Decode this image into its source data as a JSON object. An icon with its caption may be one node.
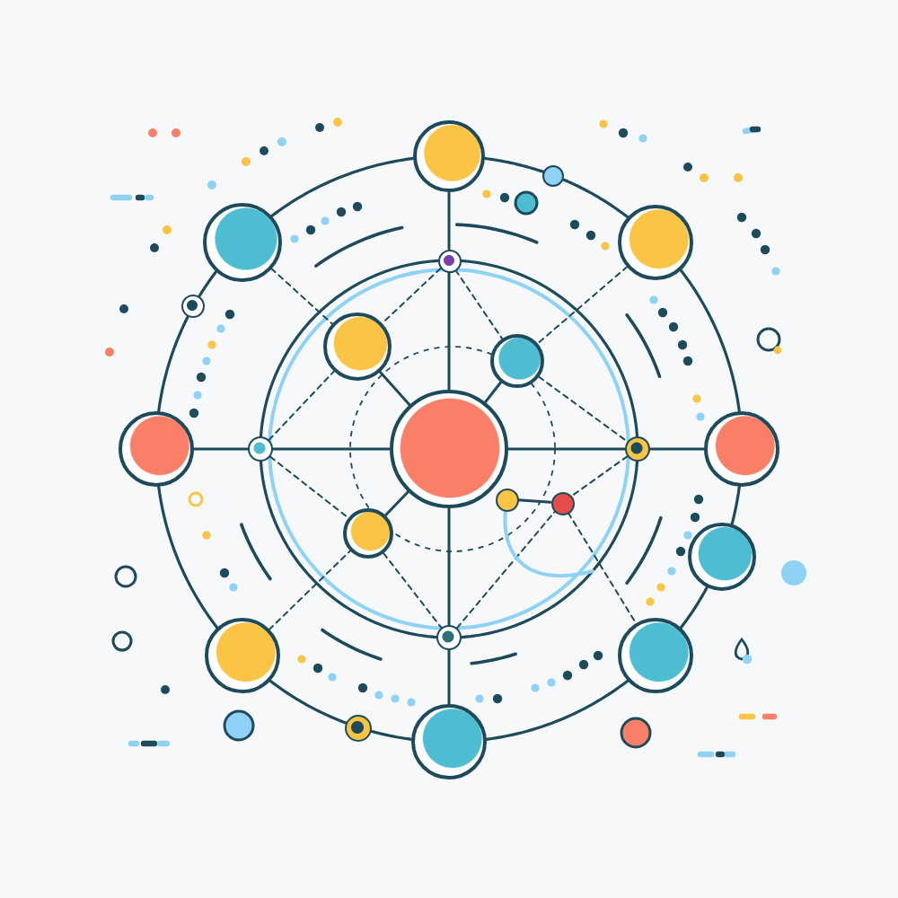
{
  "diagram": {
    "nodes": [
      {
        "text": [],
        "shape": "circle"
      },
      {
        "text": [],
        "shape": "circle"
      },
      {
        "text": [],
        "shape": "circle"
      },
      {
        "text": [],
        "shape": "circle"
      },
      {
        "text": [],
        "shape": "circle"
      },
      {
        "text": [],
        "shape": "circle"
      },
      {
        "text": [],
        "shape": "circle"
      },
      {
        "text": [],
        "shape": "circle"
      },
      {
        "text": [],
        "shape": "circle"
      },
      {
        "text": [],
        "shape": "circle"
      },
      {
        "text": [],
        "shape": "circle"
      },
      {
        "text": [],
        "shape": "circle"
      },
      {
        "text": [],
        "shape": "circle"
      },
      {
        "text": [],
        "shape": "circle"
      },
      {
        "text": [],
        "shape": "circle"
      },
      {
        "text": [],
        "shape": "circle"
      },
      {
        "text": [],
        "shape": "circle"
      },
      {
        "text": [],
        "shape": "circle"
      },
      {
        "text": [],
        "shape": "circle"
      },
      {
        "text": [],
        "shape": "circle"
      },
      {
        "text": [],
        "shape": "circle"
      },
      {
        "text": [],
        "shape": "circle"
      }
    ],
    "edges": [
      {
        "from": 0,
        "to": 4,
        "arrow": "none"
      },
      {
        "from": 4,
        "to": 10,
        "arrow": "none"
      },
      {
        "from": 8,
        "to": 9,
        "arrow": "none"
      },
      {
        "from": 9,
        "to": 10,
        "arrow": "none"
      },
      {
        "from": 10,
        "to": 11,
        "arrow": "none"
      },
      {
        "from": 11,
        "to": 12,
        "arrow": "none"
      },
      {
        "from": 10,
        "to": 17,
        "arrow": "none"
      },
      {
        "from": 17,
        "to": 21,
        "arrow": "none"
      },
      {
        "from": 6,
        "to": 10,
        "arrow": "none"
      },
      {
        "from": 7,
        "to": 10,
        "arrow": "none"
      },
      {
        "from": 10,
        "to": 15,
        "arrow": "none"
      },
      {
        "from": 13,
        "to": 14,
        "arrow": "none"
      },
      {
        "from": 2,
        "to": 6,
        "arrow": "none",
        "style": "dashed"
      },
      {
        "from": 3,
        "to": 7,
        "arrow": "none",
        "style": "dashed"
      },
      {
        "from": 18,
        "to": 15,
        "arrow": "none",
        "style": "dashed"
      },
      {
        "from": 14,
        "to": 19,
        "arrow": "none",
        "style": "dashed"
      },
      {
        "from": 4,
        "to": 6,
        "arrow": "none",
        "style": "dashed"
      },
      {
        "from": 4,
        "to": 7,
        "arrow": "none",
        "style": "dashed"
      },
      {
        "from": 9,
        "to": 6,
        "arrow": "none",
        "style": "dashed"
      },
      {
        "from": 9,
        "to": 15,
        "arrow": "none",
        "style": "dashed"
      },
      {
        "from": 7,
        "to": 11,
        "arrow": "none",
        "style": "dashed"
      },
      {
        "from": 11,
        "to": 14,
        "arrow": "none",
        "style": "dashed"
      },
      {
        "from": 15,
        "to": 17,
        "arrow": "none",
        "style": "dashed"
      },
      {
        "from": 17,
        "to": 14,
        "arrow": "none",
        "style": "dashed"
      },
      {
        "from": 0,
        "to": 1,
        "arrow": "none"
      },
      {
        "from": 1,
        "to": 3,
        "arrow": "none"
      },
      {
        "from": 3,
        "to": 12,
        "arrow": "none"
      },
      {
        "from": 12,
        "to": 16,
        "arrow": "none"
      },
      {
        "from": 16,
        "to": 19,
        "arrow": "none"
      },
      {
        "from": 19,
        "to": 21,
        "arrow": "none"
      },
      {
        "from": 21,
        "to": 20,
        "arrow": "none"
      },
      {
        "from": 20,
        "to": 18,
        "arrow": "none"
      },
      {
        "from": 18,
        "to": 8,
        "arrow": "none"
      },
      {
        "from": 8,
        "to": 5,
        "arrow": "none"
      },
      {
        "from": 5,
        "to": 2,
        "arrow": "none"
      },
      {
        "from": 2,
        "to": 0,
        "arrow": "none"
      },
      {
        "from": 4,
        "to": 11,
        "arrow": "none"
      },
      {
        "from": 11,
        "to": 17,
        "arrow": "none"
      },
      {
        "from": 17,
        "to": 9,
        "arrow": "none"
      },
      {
        "from": 9,
        "to": 4,
        "arrow": "none"
      },
      {
        "from": 13,
        "to": null,
        "arrow": "none",
        "color": "#8ed3f6"
      }
    ]
  }
}
